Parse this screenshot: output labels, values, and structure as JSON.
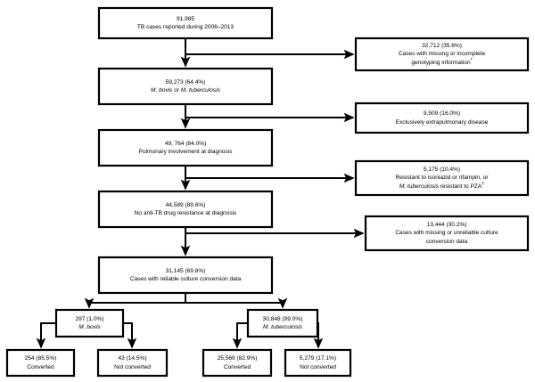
{
  "figure": {
    "type": "flowchart",
    "title": "TB case selection flowchart",
    "footnote_markers": [
      "*",
      "†"
    ]
  },
  "nodes": {
    "main": [
      {
        "id": "total-cases",
        "count": "91,985",
        "label": "TB cases reported during 2006–2013",
        "italic_label": ""
      },
      {
        "id": "species-identified",
        "count": "59,273 (64.4%)",
        "label": "",
        "italic_label": "M. bovis or M. tuberculosis"
      },
      {
        "id": "pulmonary-involvement",
        "count": "49, 764 (84.0%)",
        "label": "Pulmonary involvement at diagnosis",
        "italic_label": ""
      },
      {
        "id": "no-drug-resistance",
        "count": "44,589 (89.6%)",
        "label": "No anti-TB drug resistance at diagnosis",
        "italic_label": ""
      },
      {
        "id": "reliable-conversion",
        "count": "31,145 (69.8%)",
        "label": "Cases with reliable culture conversion data",
        "italic_label": ""
      }
    ],
    "excluded": [
      {
        "id": "missing-genotyping",
        "count": "32,712 (35.6%)",
        "line1": "Cases with missing or incomplete",
        "line2": "genotyping information",
        "marker": "*"
      },
      {
        "id": "extrapulmonary",
        "count": "9,509 (16.0%)",
        "line1": "Exclusively extrapulmonary disease",
        "line2": "",
        "marker": ""
      },
      {
        "id": "drug-resistant",
        "count": "5,175 (10.4%)",
        "line1": "Resistant to isoniazid or rifampin, or",
        "line2_italic": "M. tuberculosis",
        "line2_rest": " resistant to PZA",
        "marker": "†"
      },
      {
        "id": "missing-conversion",
        "count": "13,444 (30.2%)",
        "line1": "Cases with missing or unreliable culture",
        "line2": "conversion data",
        "marker": ""
      }
    ],
    "species": [
      {
        "id": "m-bovis",
        "count": "297 (1.0%)",
        "name": "M. bovis"
      },
      {
        "id": "m-tuberculosis",
        "count": "30,848 (99.0%)",
        "name": "M. tuberculosis"
      }
    ],
    "outcomes": [
      {
        "id": "bovis-converted",
        "count": "254 (85.5%)",
        "label": "Converted"
      },
      {
        "id": "bovis-not-converted",
        "count": "43 (14.5%)",
        "label": "Not converted"
      },
      {
        "id": "tb-converted",
        "count": "25,569 (82.9%)",
        "label": "Converted"
      },
      {
        "id": "tb-not-converted",
        "count": "5,279 (17.1%)",
        "label": "Not converted"
      }
    ]
  }
}
